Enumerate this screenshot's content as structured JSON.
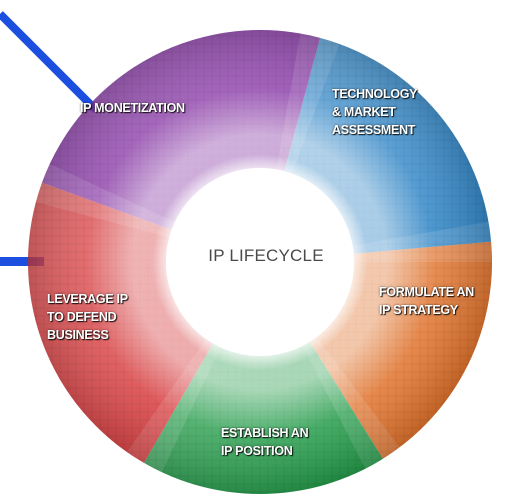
{
  "diagram": {
    "center_title": "IP LIFECYCLE",
    "segments": [
      {
        "id": "technology",
        "lines": [
          "TECHNOLOGY",
          "& MARKET",
          "ASSESSMENT"
        ],
        "color": "#2f86c8"
      },
      {
        "id": "formulate",
        "lines": [
          "FORMULATE AN",
          "IP STRATEGY"
        ],
        "color": "#e06a1e"
      },
      {
        "id": "establish",
        "lines": [
          "ESTABLISH AN",
          "IP POSITION"
        ],
        "color": "#1e9a45"
      },
      {
        "id": "leverage",
        "lines": [
          "LEVERAGE IP",
          "TO DEFEND",
          "BUSINESS"
        ],
        "color": "#d93a3c"
      },
      {
        "id": "monetization",
        "lines": [
          "IP MONETIZATION"
        ],
        "color": "#8a3aa8"
      }
    ],
    "connector_color": "#1c4fe0"
  }
}
